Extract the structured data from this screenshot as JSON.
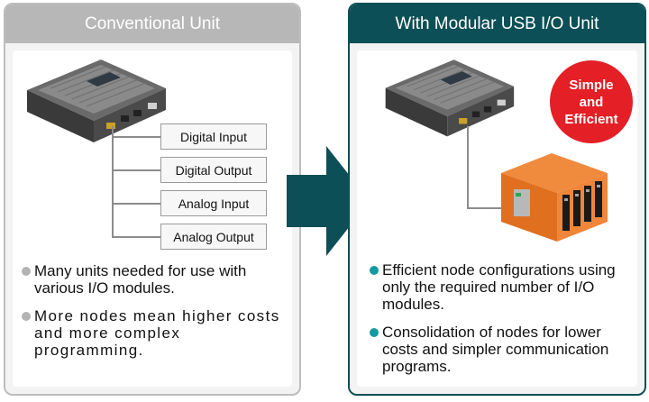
{
  "left": {
    "title": "Conventional Unit",
    "io_boxes": [
      "Digital Input",
      "Digital Output",
      "Analog Input",
      "Analog Output"
    ],
    "bullets": [
      "Many units needed for use with various I/O modules.",
      "More nodes mean higher costs and more complex programming."
    ]
  },
  "right": {
    "title": "With Modular USB I/O Unit",
    "badge": "Simple and Efficient",
    "bullets": [
      "Efficient node configurations using only the required number of I/O modules.",
      "Consolidation of nodes for lower costs and simpler communication programs."
    ]
  },
  "colors": {
    "conventional_gray": "#b7b7b7",
    "teal": "#0d4f56",
    "badge_red": "#e41f26",
    "bullet_teal": "#149aa1"
  },
  "icons": [
    "computer-unit-icon",
    "modular-io-unit-icon",
    "arrow-right-icon"
  ]
}
